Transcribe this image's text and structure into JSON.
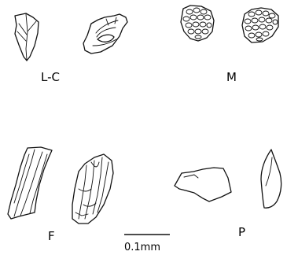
{
  "figure": {
    "labels": {
      "lc": "L-C",
      "m": "M",
      "f": "F",
      "p": "P"
    },
    "scale_bar": {
      "label": "0.1mm"
    }
  }
}
